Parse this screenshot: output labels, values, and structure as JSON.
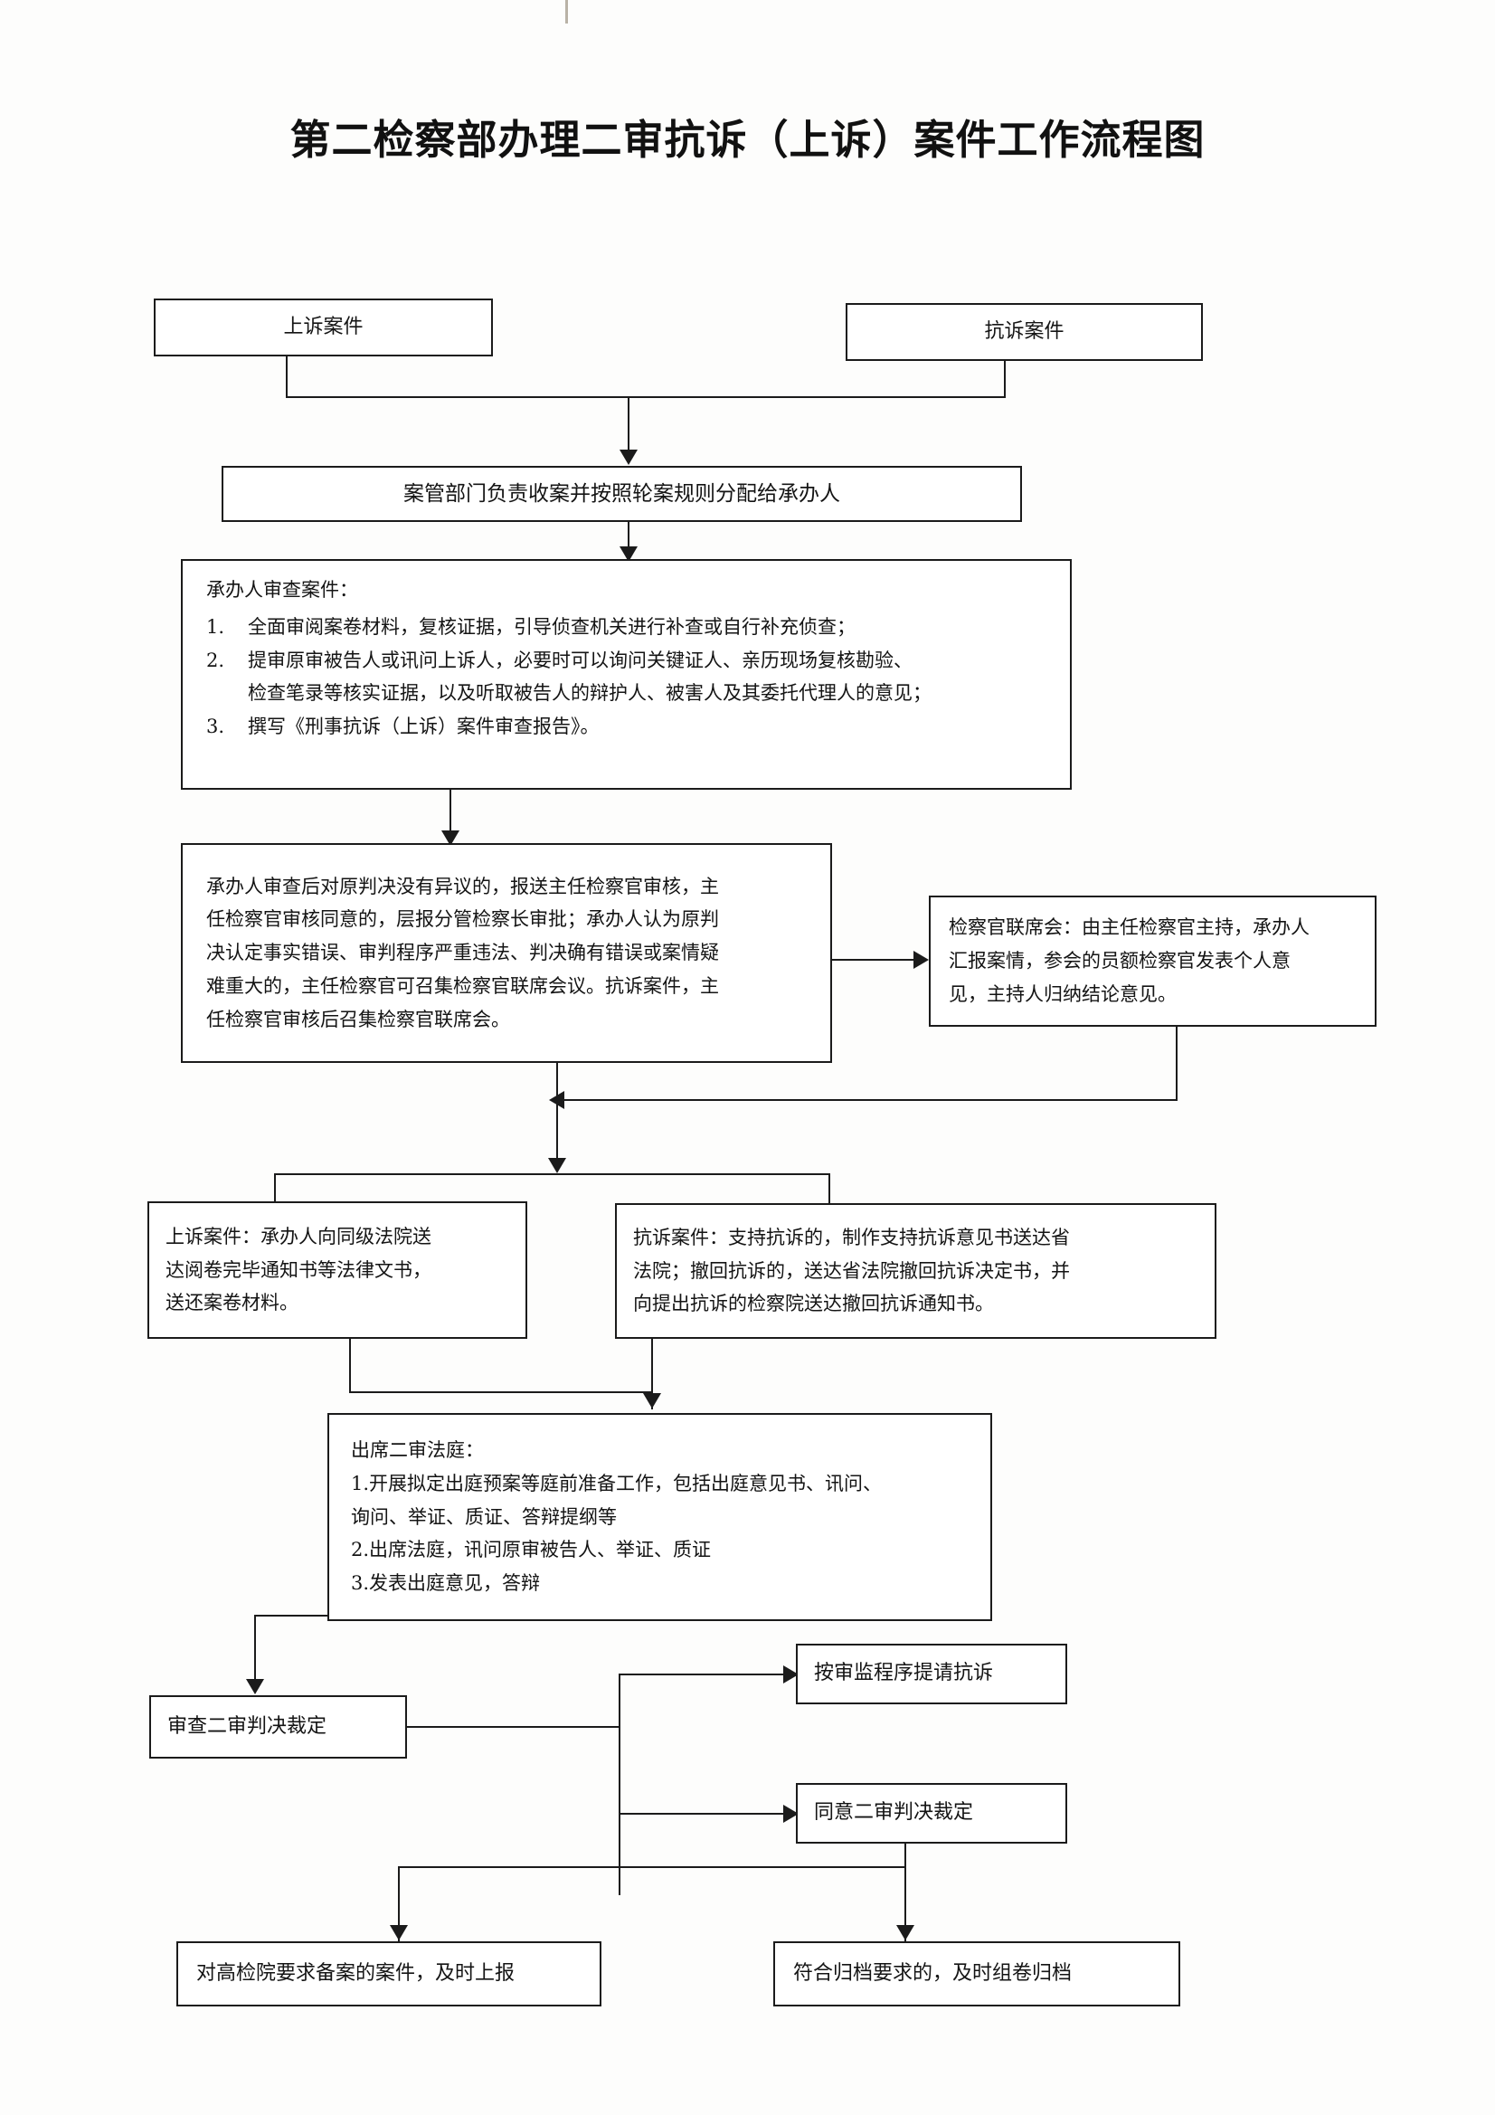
{
  "page": {
    "title": "第二检察部办理二审抗诉（上诉）案件工作流程图"
  },
  "nodes": {
    "appeal_case": {
      "label": "上诉案件"
    },
    "protest_case": {
      "label": "抗诉案件"
    },
    "intake": {
      "label": "案管部门负责收案并按照轮案规则分配给承办人"
    },
    "review": {
      "heading": "承办人审查案件：",
      "items": [
        {
          "num": "1.",
          "text": "全面审阅案卷材料，复核证据，引导侦查机关进行补查或自行补充侦查；"
        },
        {
          "num": "2.",
          "text": "提审原审被告人或讯问上诉人，必要时可以询问关键证人、亲历现场复核勘验、",
          "cont": "检查笔录等核实证据，以及听取被告人的辩护人、被害人及其委托代理人的意见；"
        },
        {
          "num": "3.",
          "text": "撰写《刑事抗诉（上诉）案件审查报告》。"
        }
      ]
    },
    "approval": {
      "lines": [
        "承办人审查后对原判决没有异议的，报送主任检察官审核，主",
        "任检察官审核同意的，层报分管检察长审批；承办人认为原判",
        "决认定事实错误、审判程序严重违法、判决确有错误或案情疑",
        "难重大的，主任检察官可召集检察官联席会议。抗诉案件，主",
        "任检察官审核后召集检察官联席会。"
      ]
    },
    "joint_meeting": {
      "lines": [
        "检察官联席会：由主任检察官主持，承办人",
        "汇报案情，参会的员额检察官发表个人意",
        "见，主持人归纳结论意见。"
      ]
    },
    "appeal_branch": {
      "lines": [
        "上诉案件：承办人向同级法院送",
        "达阅卷完毕通知书等法律文书，",
        "送还案卷材料。"
      ]
    },
    "protest_branch": {
      "lines": [
        "抗诉案件：支持抗诉的，制作支持抗诉意见书送达省",
        "法院；撤回抗诉的，送达省法院撤回抗诉决定书，并",
        "向提出抗诉的检察院送达撤回抗诉通知书。"
      ]
    },
    "court_session": {
      "heading": "出席二审法庭：",
      "lines": [
        "1.开展拟定出庭预案等庭前准备工作，包括出庭意见书、讯问、",
        "询问、举证、质证、答辩提纲等",
        "2.出席法庭，讯问原审被告人、举证、质证",
        "3.发表出庭意见，答辩"
      ]
    },
    "review_judgment": {
      "label": "审查二审判决裁定"
    },
    "supervision_protest": {
      "label": "按审监程序提请抗诉"
    },
    "agree_judgment": {
      "label": "同意二审判决裁定"
    },
    "report_filing": {
      "label": "对高检院要求备案的案件，及时上报"
    },
    "archive": {
      "label": "符合归档要求的，及时组卷归档"
    }
  },
  "colors": {
    "line": "#1b1b1b",
    "text": "#141414",
    "background": "#fdfdfc"
  }
}
